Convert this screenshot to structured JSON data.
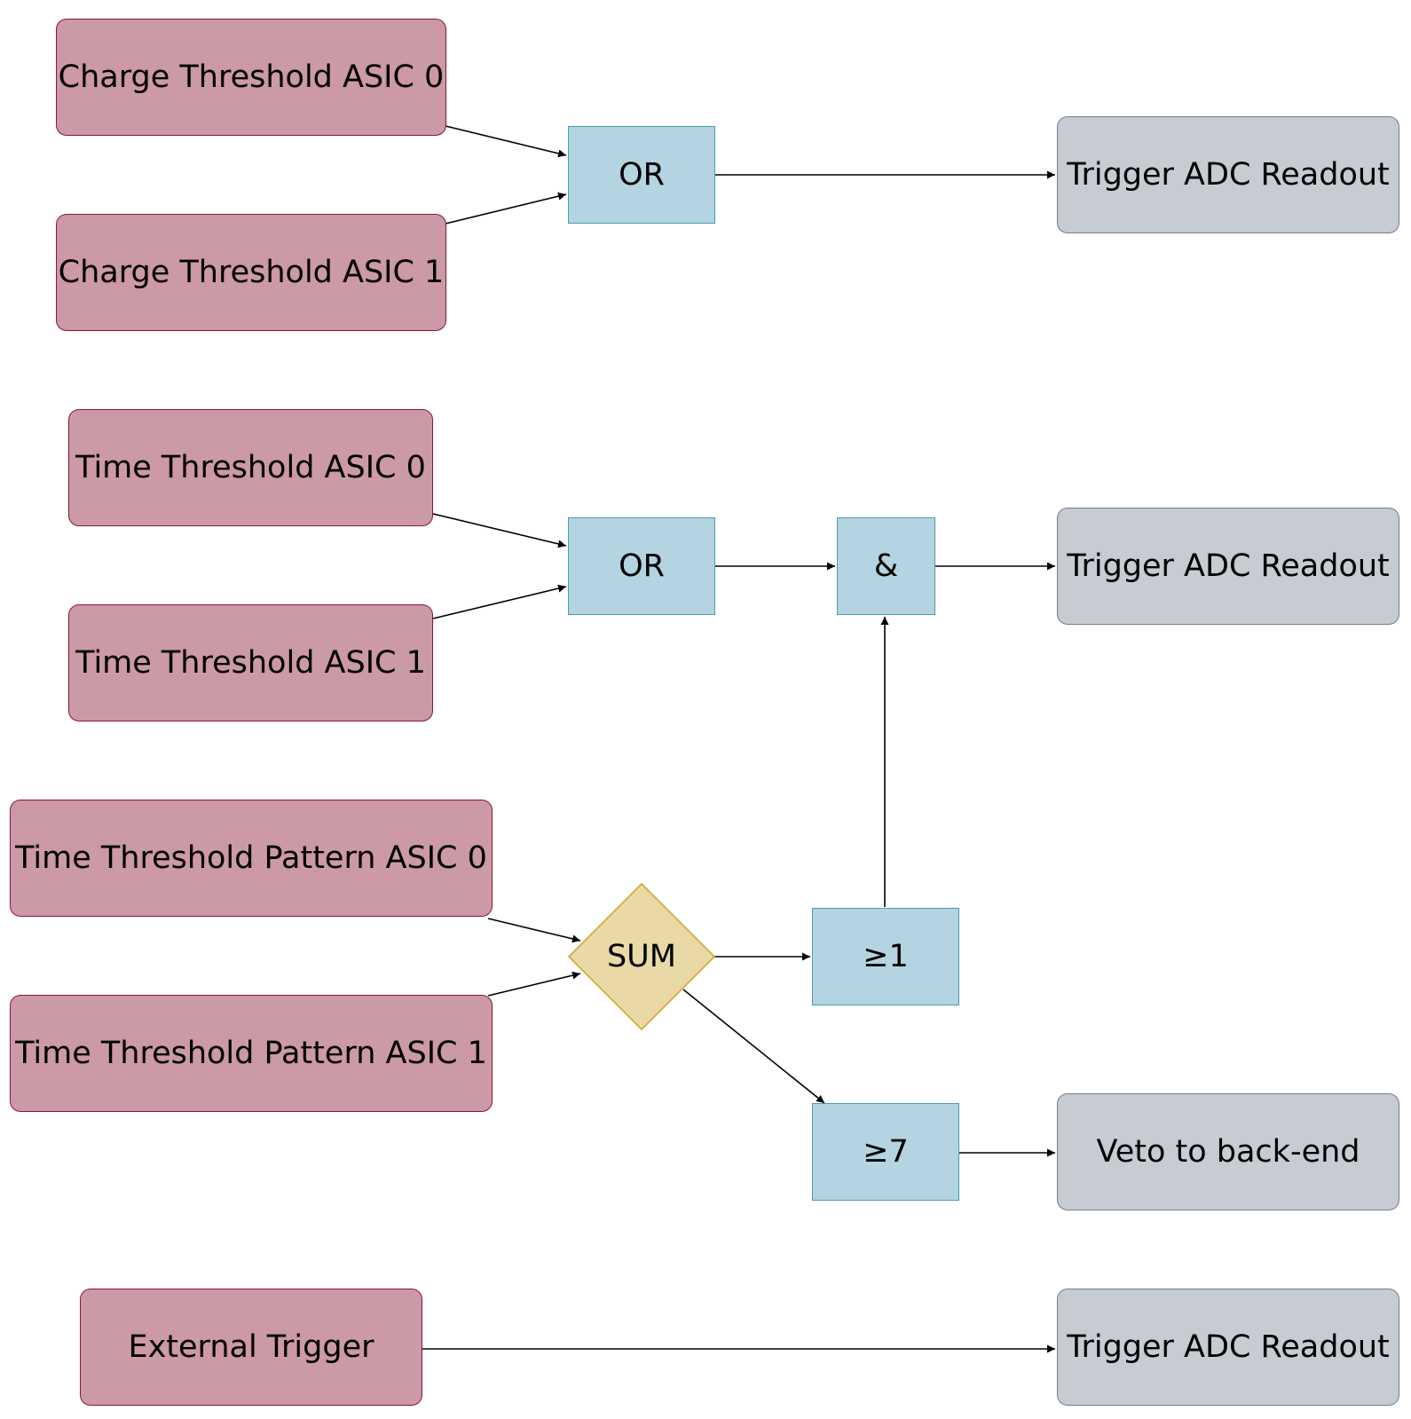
{
  "sources": {
    "charge_asic0": "Charge Threshold ASIC 0",
    "charge_asic1": "Charge Threshold ASIC 1",
    "time_asic0": "Time Threshold ASIC 0",
    "time_asic1": "Time Threshold ASIC 1",
    "pattern_asic0": "Time Threshold Pattern ASIC 0",
    "pattern_asic1": "Time Threshold Pattern ASIC 1",
    "external": "External Trigger"
  },
  "gates": {
    "or_charge": "OR",
    "or_time": "OR",
    "and_gate": "&",
    "sum": "SUM",
    "ge1": "≥1",
    "ge7": "≥7"
  },
  "outputs": {
    "readout_charge": "Trigger ADC Readout",
    "readout_time": "Trigger ADC Readout",
    "veto": "Veto to back-end",
    "readout_external": "Trigger ADC Readout"
  },
  "colors": {
    "source_fill": "#cc99a6",
    "source_border": "#8a1538",
    "gate_fill": "#b3d4e0",
    "gate_border": "#4b9cb8",
    "sum_fill": "#e8d9a7",
    "sum_border": "#d4a630",
    "output_fill": "#c7cbd2",
    "output_border": "#6e7f96"
  }
}
